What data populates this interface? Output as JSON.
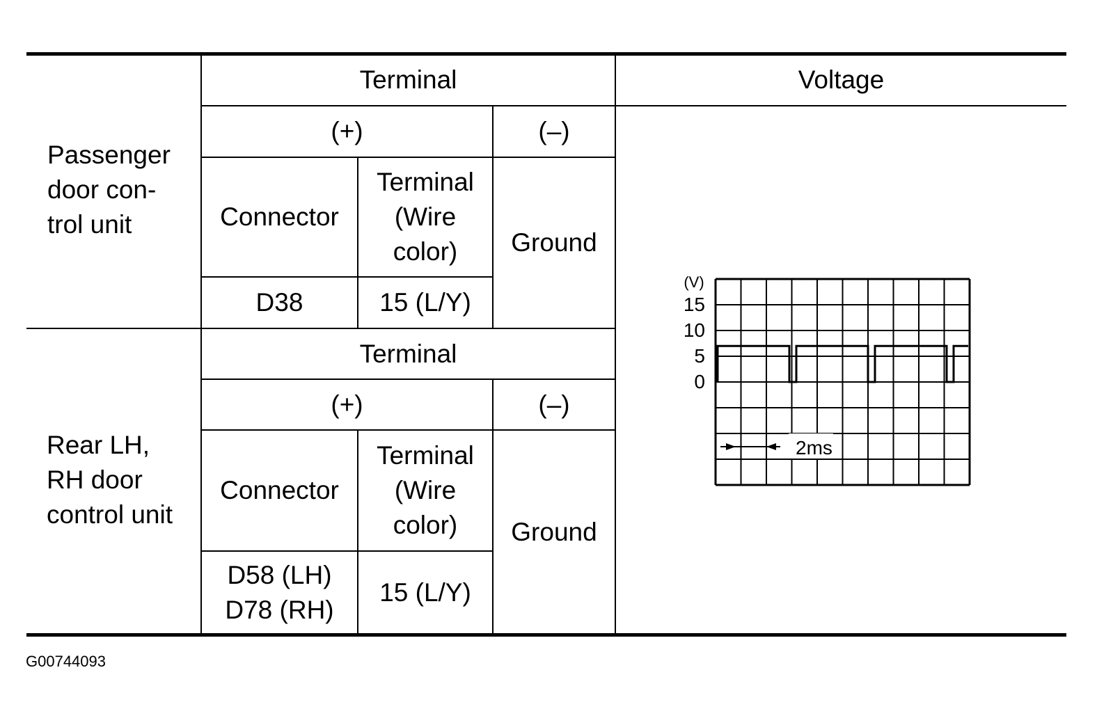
{
  "table": {
    "headers": {
      "terminal": "Terminal",
      "voltage": "Voltage",
      "plus": "(+)",
      "minus": "(–)",
      "connector": "Connector",
      "terminal_wire_color": "Terminal (Wire color)"
    },
    "rows": [
      {
        "unit": "Passenger door con-\ntrol unit",
        "connector": "D38",
        "terminal": "15 (L/Y)",
        "negative": "Ground"
      },
      {
        "unit": "Rear LH,\nRH door\ncontrol unit",
        "connector": "D58 (LH)\nD78 (RH)",
        "terminal": "15 (L/Y)",
        "negative": "Ground"
      }
    ]
  },
  "waveform": {
    "y_unit": "(V)",
    "y_ticks": [
      "15",
      "10",
      "5",
      "0"
    ],
    "time_label": "2ms",
    "high_level_v": 7,
    "low_level_v": 0
  },
  "figure_id": "G00744093"
}
